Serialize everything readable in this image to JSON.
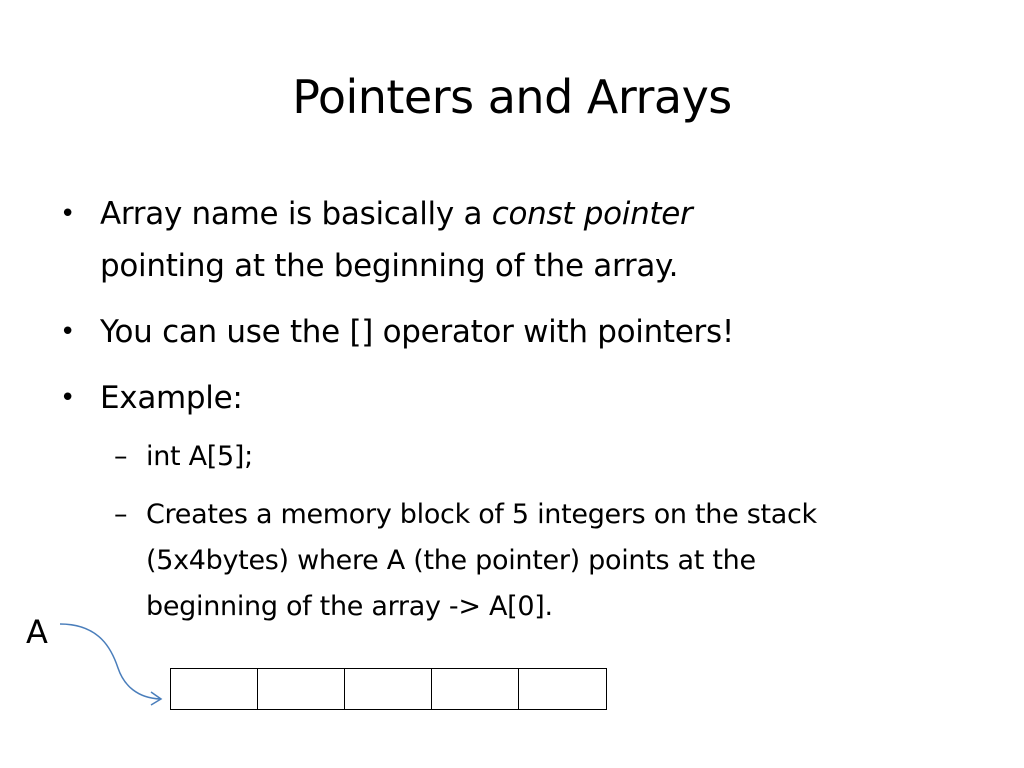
{
  "slide": {
    "title": "Pointers and Arrays",
    "bullets": [
      {
        "marker": "•",
        "parts": [
          "Array name is basically a ",
          "const pointer",
          "pointing at the beginning of the array."
        ]
      },
      {
        "marker": "•",
        "text": "You can use the [] operator with pointers!"
      },
      {
        "marker": "•",
        "text": "Example:"
      }
    ],
    "sub_bullets": [
      {
        "marker": "–",
        "text": "int A[5];"
      },
      {
        "marker": "–",
        "lines": [
          "Creates a memory block of 5 integers on the stack",
          "(5x4bytes) where A (the pointer) points at the",
          "beginning of the array -> A[0]."
        ]
      }
    ]
  },
  "diagram": {
    "pointer_label": "A",
    "cell_count": 5,
    "arrow_color": "#4a7ebb"
  }
}
